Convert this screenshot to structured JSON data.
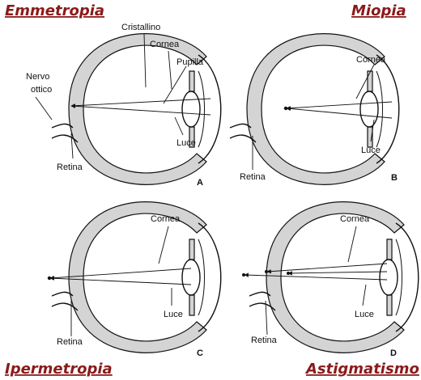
{
  "colors": {
    "title": "#8b1a1a",
    "band": "#d4d4d4",
    "ink": "#111111"
  },
  "panels": {
    "a": {
      "title": "Emmetropia",
      "letter": "A",
      "labels": {
        "cristallino": "Cristallino",
        "cornea": "Cornea",
        "pupilla": "Pupilla",
        "nervo_1": "Nervo",
        "nervo_2": "ottico",
        "luce": "Luce",
        "retina": "Retina"
      }
    },
    "b": {
      "title": "Miopia",
      "letter": "B",
      "labels": {
        "cornea": "Cornea",
        "luce": "Luce",
        "retina": "Retina"
      }
    },
    "c": {
      "title": "Ipermetropia",
      "letter": "C",
      "labels": {
        "cornea": "Cornea",
        "luce": "Luce",
        "retina": "Retina"
      }
    },
    "d": {
      "title": "Astigmatismo",
      "letter": "D",
      "labels": {
        "cornea": "Cornea",
        "luce": "Luce",
        "retina": "Retina"
      }
    }
  }
}
